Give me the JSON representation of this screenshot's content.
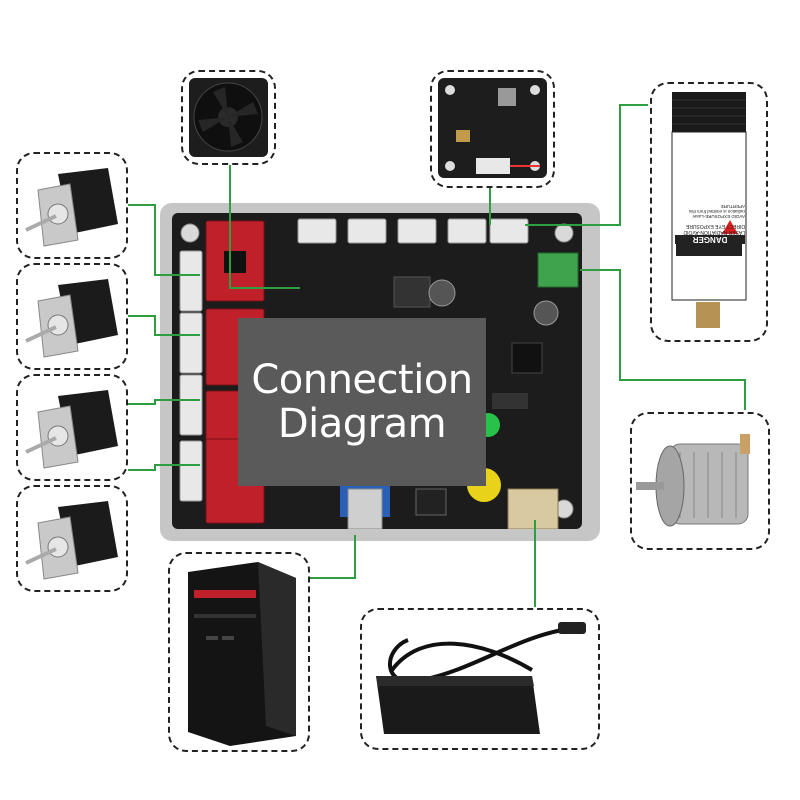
{
  "title": {
    "line1": "Connection",
    "line2": "Diagram"
  },
  "laser_label": {
    "danger": "DANGER",
    "warning_lines": [
      "LASER RADIATION-AVOID",
      "DIRECT EYE EXPOSURE"
    ],
    "aperture": "AVOID EXPOSURE-Laser radiation is emitted from this APERTURE"
  },
  "colors": {
    "wire": "#2e9e3e",
    "board_frame": "#c6c6c6",
    "pcb": "#1c1c1c",
    "driver": "#c0202a",
    "overlay": "#5a5a5a"
  }
}
